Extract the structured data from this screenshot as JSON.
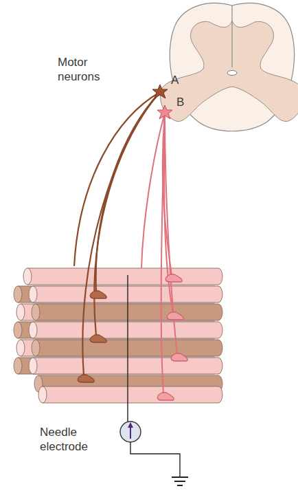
{
  "diagram": {
    "labels": [
      "Motor neurons",
      "A",
      "B",
      "Needle electrode"
    ]
  }
}
